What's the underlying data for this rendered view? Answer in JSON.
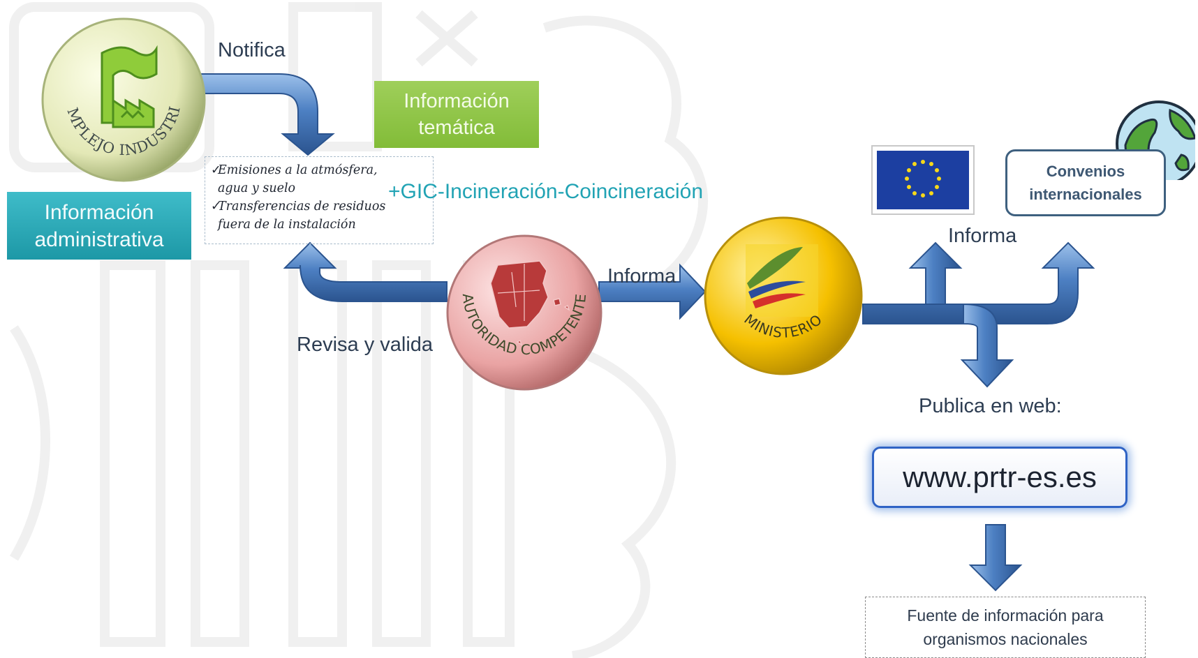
{
  "complejo": {
    "label": "COMPLEJO INDUSTRIAL"
  },
  "autoridad": {
    "label": "AUTORIDAD COMPETENTE"
  },
  "ministerio": {
    "label": "MINISTERIO"
  },
  "flow": {
    "notifica": "Notifica",
    "revisa": "Revisa y valida",
    "informa_ministerio": "Informa",
    "informa_internacional": "Informa",
    "publica": "Publica en web:"
  },
  "info_tematica": {
    "line1": "Información",
    "line2": "temática"
  },
  "info_admin": {
    "line1": "Información",
    "line2": "administrativa"
  },
  "emisiones": {
    "items": [
      {
        "line1": "Emisiones a la atmósfera,",
        "line2": "agua y suelo"
      },
      {
        "line1": "Transferencias de residuos",
        "line2": "fuera de la instalación"
      }
    ]
  },
  "gic_label": "+GIC-Incineración-Coincineración",
  "convenios": {
    "line1": "Convenios",
    "line2": "internacionales"
  },
  "website": "www.prtr-es.es",
  "fuente": {
    "line1": "Fuente de información para",
    "line2": "organismos nacionales"
  },
  "colors": {
    "pipe": "#4a7fbf",
    "complejo_circle": "#e3e8b6",
    "autoridad_circle": "#e9a3a3",
    "ministerio_circle": "#f5c000",
    "tematica_box": "#8fc54a",
    "admin_box": "#2aa9b6",
    "gic_text": "#21a3b4",
    "eu_blue": "#1c3fa1",
    "eu_star": "#f7d81a"
  }
}
